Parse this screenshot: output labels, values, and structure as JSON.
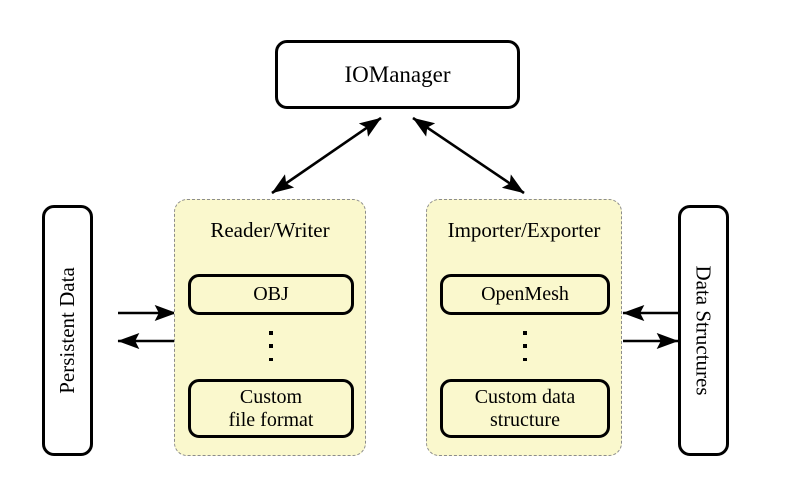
{
  "diagram": {
    "title_node": {
      "label": "IOManager",
      "name": "io-manager-node"
    },
    "left_external": {
      "label": "Persistent Data",
      "orientation": "rotated-ccw"
    },
    "right_external": {
      "label": "Data Structures",
      "orientation": "rotated-cw"
    },
    "panels": [
      {
        "title": "Reader/Writer",
        "items": [
          {
            "label": "OBJ"
          },
          {
            "label": "Custom\nfile format",
            "line1": "Custom",
            "line2": "file format"
          }
        ],
        "ellipsis": "vertical-dots"
      },
      {
        "title": "Importer/Exporter",
        "items": [
          {
            "label": "OpenMesh"
          },
          {
            "label": "Custom data\nstructure",
            "line1": "Custom data",
            "line2": "structure"
          }
        ],
        "ellipsis": "vertical-dots"
      }
    ],
    "connections": [
      {
        "from": "Reader/Writer",
        "to": "IOManager",
        "type": "bidirectional-diagonal"
      },
      {
        "from": "Importer/Exporter",
        "to": "IOManager",
        "type": "bidirectional-diagonal"
      },
      {
        "from": "Persistent Data",
        "to": "Reader/Writer",
        "type": "arrow-right"
      },
      {
        "from": "Reader/Writer",
        "to": "Persistent Data",
        "type": "arrow-left"
      },
      {
        "from": "Data Structures",
        "to": "Importer/Exporter",
        "type": "arrow-left"
      },
      {
        "from": "Importer/Exporter",
        "to": "Data Structures",
        "type": "arrow-right"
      }
    ],
    "colors": {
      "panel_fill": "#faf8cd",
      "panel_border": "#8c8c8c",
      "node_stroke": "#000000",
      "background": "#ffffff"
    }
  }
}
